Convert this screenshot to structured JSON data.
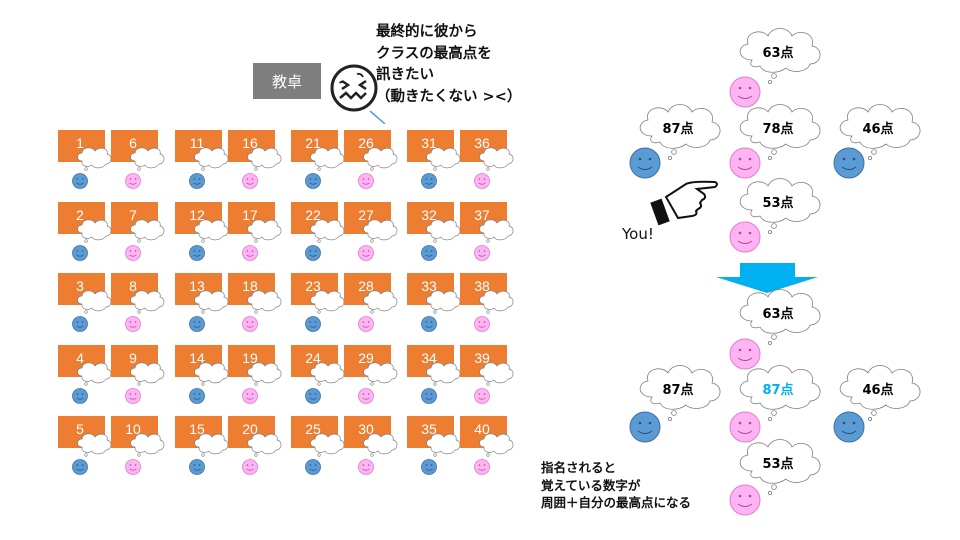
{
  "teacher": {
    "desk_label": "教卓",
    "note": "最終的に彼から\nクラスの最高点を\n訊きたい\n（動きたくない ><）"
  },
  "class_grid": {
    "seat_numbers": [
      [
        1,
        6,
        11,
        16,
        21,
        26,
        31,
        36
      ],
      [
        2,
        7,
        12,
        17,
        22,
        27,
        32,
        37
      ],
      [
        3,
        8,
        13,
        18,
        23,
        28,
        33,
        38
      ],
      [
        4,
        9,
        14,
        19,
        24,
        29,
        34,
        39
      ],
      [
        5,
        10,
        15,
        20,
        25,
        30,
        35,
        40
      ]
    ],
    "colors": {
      "seat": "#ED7D31",
      "boy": "#5B9BD5",
      "girl": "#FFB3F3",
      "seat_text": "#FFFFFF"
    }
  },
  "before": {
    "top_score": "63点",
    "left_score": "87点",
    "center_score": "78点",
    "right_score": "46点",
    "bottom_score": "53点",
    "you_label": "You!"
  },
  "after": {
    "top_score": "63点",
    "left_score": "87点",
    "center_score": "87点",
    "right_score": "46点",
    "bottom_score": "53点",
    "highlight_color": "#00B0F0"
  },
  "caption": "指名されると\n覚えている数字が\n周囲＋自分の最高点になる",
  "arrow_color": "#00B0F0"
}
